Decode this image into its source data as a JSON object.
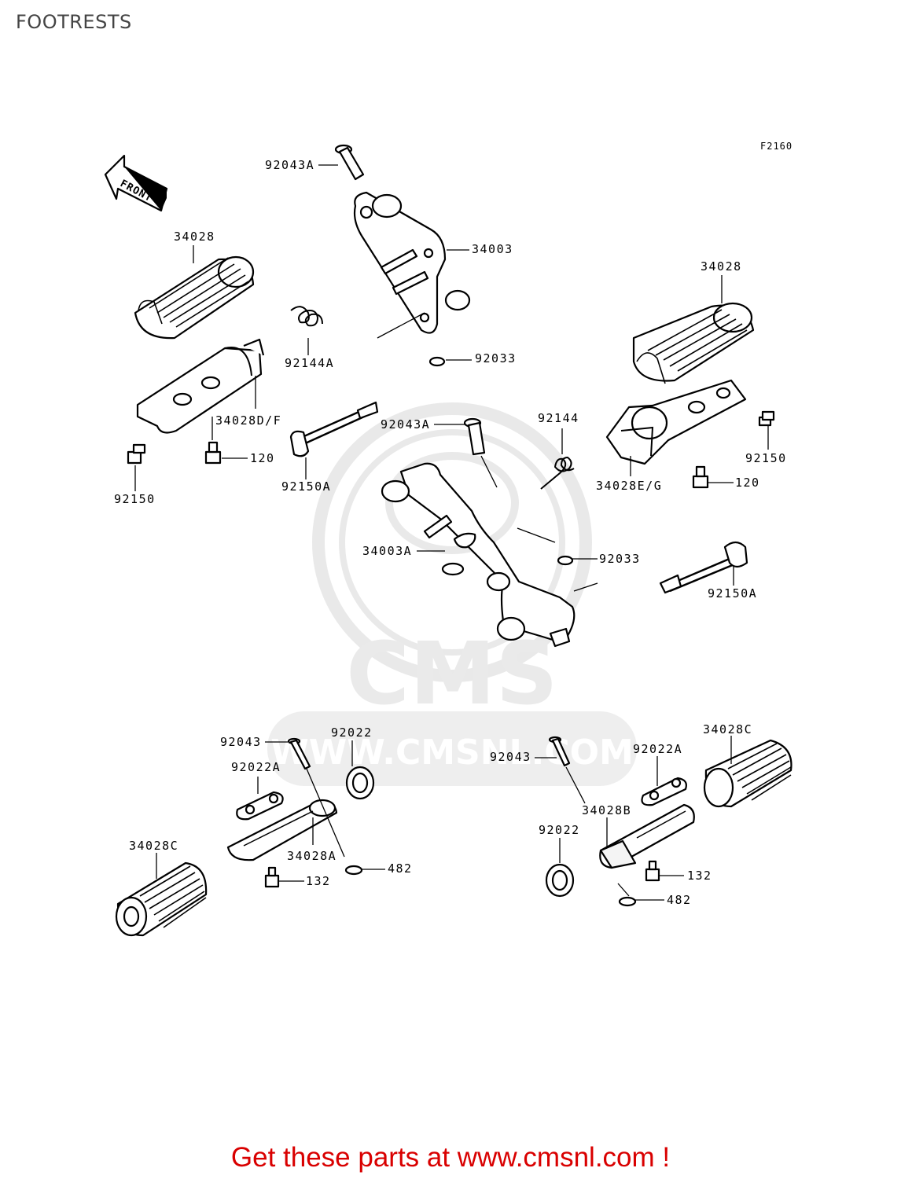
{
  "page": {
    "title": "FOOTRESTS",
    "footer_text": "Get these parts at www.cmsnl.com !"
  },
  "diagram": {
    "figure_code": "F2160",
    "front_label": "FRONT",
    "watermark": {
      "logo_text": "CMS",
      "url_text": "WWW.CMSNL.COM"
    },
    "labels": {
      "p92043A_top": "92043A",
      "p34003": "34003",
      "p34028_left": "34028",
      "p34028_right": "34028",
      "p92144A": "92144A",
      "p92033_top": "92033",
      "p34028DF": "34028D/F",
      "p120_left": "120",
      "p92150_left": "92150",
      "p92150A_left": "92150A",
      "p92043A_mid": "92043A",
      "p92144": "92144",
      "p34028EG": "34028E/G",
      "p120_right": "120",
      "p92150_right": "92150",
      "p34003A": "34003A",
      "p92033_mid": "92033",
      "p92150A_right": "92150A",
      "p92043_left": "92043",
      "p92022_left": "92022",
      "p92022A_left": "92022A",
      "p34028A": "34028A",
      "p34028C_left": "34028C",
      "p132_left": "132",
      "p482_left": "482",
      "p34028C_right": "34028C",
      "p92022A_right": "92022A",
      "p92043_right": "92043",
      "p34028B": "34028B",
      "p92022_right": "92022",
      "p132_right": "132",
      "p482_right": "482"
    }
  }
}
